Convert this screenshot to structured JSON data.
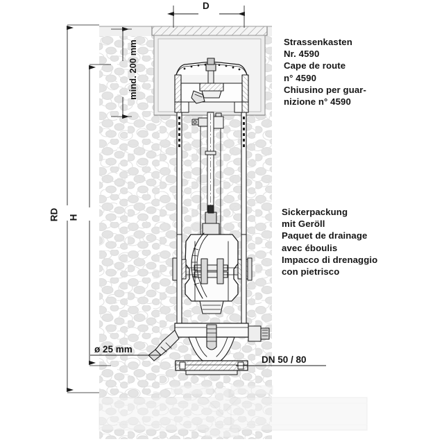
{
  "drawing": {
    "title": "Underground hydrant installation cross-section",
    "background_color": "#ffffff",
    "line_color": "#1a1a1a",
    "gravel_color": "#e9e9e9",
    "concrete_color": "#eeeeee",
    "ghost_color": "#f2f2f2"
  },
  "dimensions": {
    "rd": "RD",
    "h": "H",
    "d": "D",
    "min_cover": "mind. 200 mm"
  },
  "annotations": {
    "drain_hole": "ø 25 mm",
    "nominal_diameter": "DN 50 / 80"
  },
  "callouts": {
    "surface_box": {
      "lines": [
        "Strassenkasten",
        "Nr. 4590",
        "Cape de route",
        "n° 4590",
        "Chiusino per guar-",
        "nizione n° 4590"
      ],
      "text": "Strassenkasten\nNr. 4590\nCape de route\nn° 4590\nChiusino per guar-\nnizione n° 4590"
    },
    "drainage_packing": {
      "lines": [
        "Sickerpackung",
        "mit Geröll",
        "Paquet de drainage",
        "avec éboulis",
        "Impacco di drenaggio",
        "con pietrisco"
      ],
      "text": "Sickerpackung\nmit Geröll\nPaquet de drainage\navec éboulis\nImpacco di drenaggio\ncon pietrisco"
    }
  }
}
